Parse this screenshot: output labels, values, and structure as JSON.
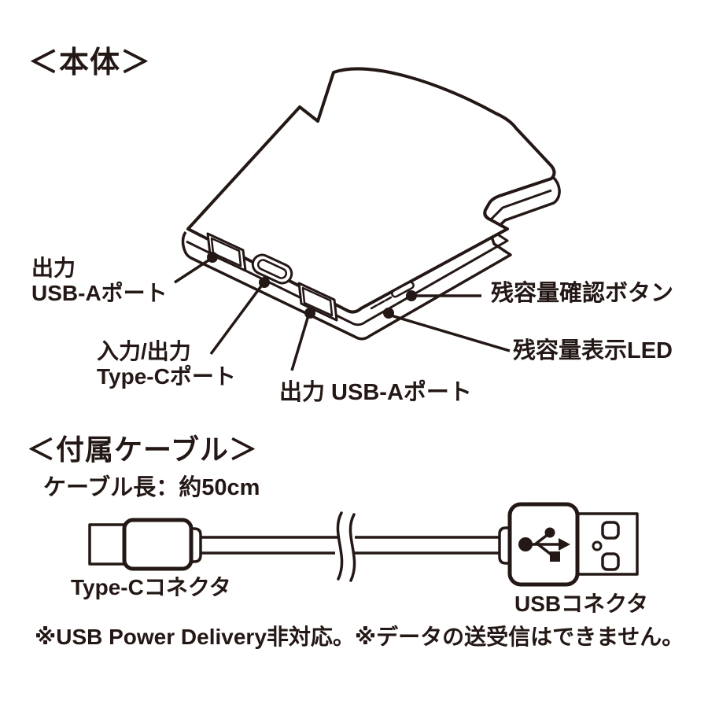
{
  "colors": {
    "ink": "#231815",
    "background": "#ffffff"
  },
  "body_section": {
    "heading": "＜本体＞",
    "labels": {
      "output_usb_a_top_line1": "出力",
      "output_usb_a_top_line2": "USB-Aポート",
      "input_output_line1": "入力/出力",
      "input_output_line2": "Type-Cポート",
      "output_usb_a_bottom": "出力 USB-Aポート",
      "battery_check_button": "残容量確認ボタン",
      "battery_level_led": "残容量表示LED"
    }
  },
  "cable_section": {
    "heading": "＜付属ケーブル＞",
    "cable_length": "ケーブル長：約50cm",
    "type_c_connector": "Type-Cコネクタ",
    "usb_connector": "USBコネクタ"
  },
  "notes": {
    "disclaimer": "※USB Power Delivery非対応。※データの送受信はできません。"
  }
}
